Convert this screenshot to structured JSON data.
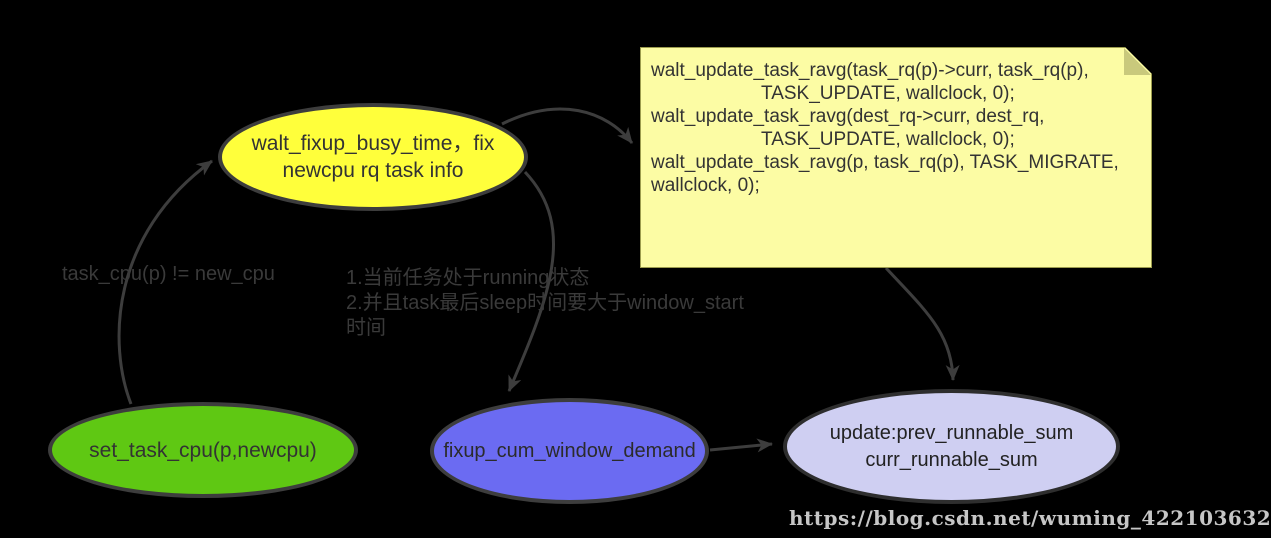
{
  "diagram": {
    "background": "#000000",
    "stroke_color": "#3d3d3d",
    "nodes": {
      "walt_fixup_busy_time": {
        "shape": "ellipse",
        "fill": "#ffff3b",
        "lines": [
          "walt_fixup_busy_time，fix",
          "newcpu rq task info"
        ]
      },
      "set_task_cpu": {
        "shape": "ellipse",
        "fill": "#5fc813",
        "label": "set_task_cpu(p,newcpu)"
      },
      "fixup_cum_window_demand": {
        "shape": "ellipse",
        "fill": "#6b6bf2",
        "label": "fixup_cum_window_demand"
      },
      "update_runnable_sums": {
        "shape": "ellipse",
        "fill": "#cfcff2",
        "lines": [
          "update:prev_runnable_sum",
          "curr_runnable_sum"
        ]
      }
    },
    "note": {
      "fill": "#fcfca4",
      "fold_color": "#c9c97c",
      "lines": [
        "walt_update_task_ravg(task_rq(p)->curr, task_rq(p),",
        "TASK_UPDATE, wallclock, 0);",
        "walt_update_task_ravg(dest_rq->curr, dest_rq,",
        "TASK_UPDATE, wallclock, 0);",
        "walt_update_task_ravg(p, task_rq(p), TASK_MIGRATE,",
        "wallclock, 0);"
      ]
    },
    "edge_labels": {
      "condition": "task_cpu(p) != new_cpu",
      "annotation_lines": [
        "1.当前任务处于running状态",
        "2.并且task最后sleep时间要大于window_start",
        "时间"
      ]
    },
    "watermark": "https://blog.csdn.net/wuming_422103632"
  }
}
